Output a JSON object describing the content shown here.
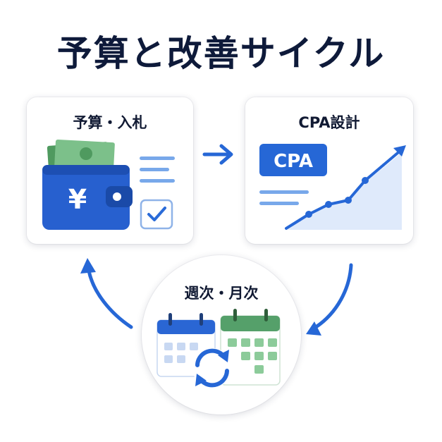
{
  "title": "予算と改善サイクル",
  "nodes": {
    "budget": {
      "label": "予算・入札",
      "icon": "wallet-yen-icon",
      "symbol": "¥"
    },
    "cpa": {
      "label": "CPA設計",
      "icon": "growth-chart-icon",
      "badge": "CPA"
    },
    "cycle": {
      "label": "週次・月次",
      "icon": "calendar-refresh-icon"
    }
  },
  "flow": [
    "予算・入札",
    "CPA設計",
    "週次・月次",
    "予算・入札"
  ],
  "colors": {
    "accent_blue": "#2667d6",
    "money_green": "#5aa86a",
    "calendar_green": "#55a06a",
    "chart_fill": "#dfeafb",
    "title_navy": "#0e1a3a"
  }
}
